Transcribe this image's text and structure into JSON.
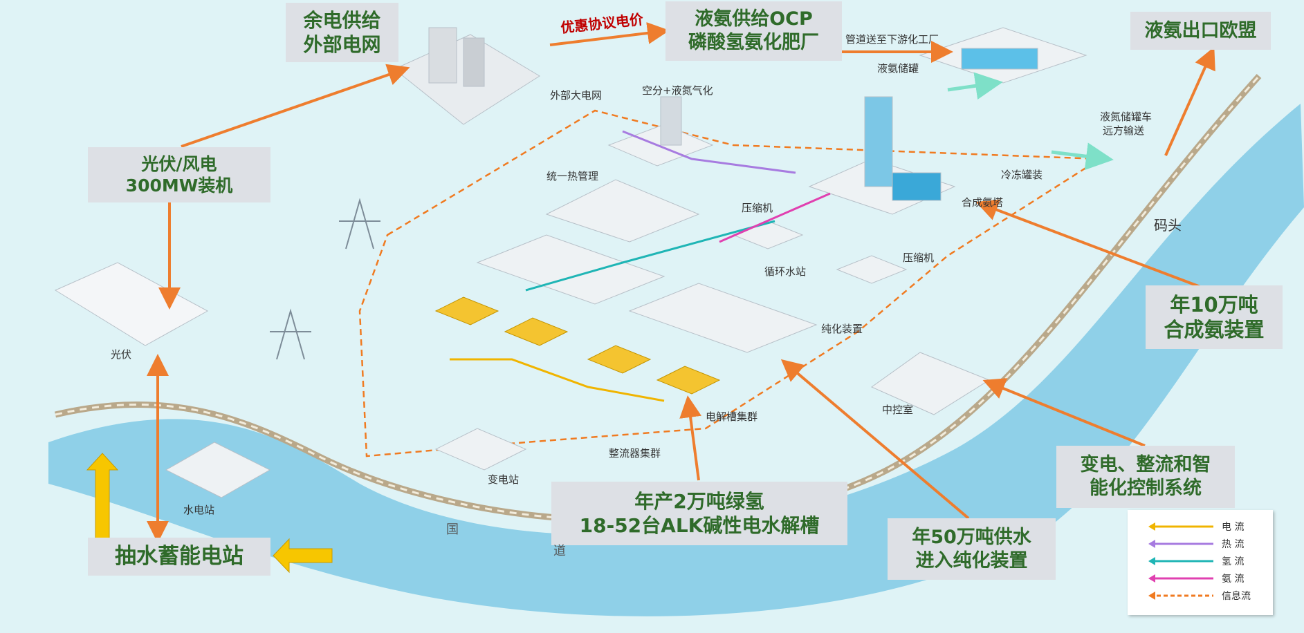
{
  "callouts": {
    "surplus_power": [
      "余电供给",
      "外部电网"
    ],
    "pv_wind": [
      "光伏/风电",
      "300MW装机"
    ],
    "ammonia_supply": [
      "液氨供给OCP",
      "磷酸氢氨化肥厂"
    ],
    "ammonia_export": "液氨出口欧盟",
    "ammonia_plant": [
      "年10万吨",
      "合成氨装置"
    ],
    "control_system": [
      "变电、整流和智",
      "能化控制系统"
    ],
    "green_hydrogen": [
      "年产2万吨绿氢",
      "18-52台ALK碱性电水解槽"
    ],
    "water_supply": [
      "年50万吨供水",
      "进入纯化装置"
    ],
    "pumped_storage": "抽水蓄能电站",
    "preferential_price": "优惠协议电价"
  },
  "diagram_labels": {
    "external_grid": "外部大电网",
    "air_separation": "空分+液氮气化",
    "pipeline": "管道送至下游化工厂",
    "ammonia_tank": "液氨储罐",
    "tank_truck": [
      "液氮储罐车",
      "远方输送"
    ],
    "dock": "码头",
    "heat_management": "统一热管理",
    "compressor_1": "压缩机",
    "compressor_2": "压缩机",
    "synthesis_tower": "合成氨塔",
    "freeze_tank": "冷冻罐装",
    "cooling_water": "循环水站",
    "purification": "纯化装置",
    "pv": "光伏",
    "electrolyzer_cluster": "电解槽集群",
    "rectifier_cluster": "整流器集群",
    "substation": "变电站",
    "hydro": "水电站",
    "control_room": "中控室",
    "road_1": "国",
    "road_2": "道"
  },
  "legend": [
    {
      "label": "电 流",
      "color": "#f0b400",
      "style": "solid"
    },
    {
      "label": "热 流",
      "color": "#a77be0",
      "style": "solid"
    },
    {
      "label": "氢 流",
      "color": "#1fb5b5",
      "style": "solid"
    },
    {
      "label": "氨 流",
      "color": "#e040b0",
      "style": "solid"
    },
    {
      "label": "信息流",
      "color": "#f07a20",
      "style": "dashed"
    }
  ],
  "colors": {
    "callout_arrow": "#ee7d2e",
    "callout_text": "#2f6b2a",
    "callout_bg": "#dde0e5",
    "river": "#8fd0e8",
    "background": "#dff3f6"
  }
}
